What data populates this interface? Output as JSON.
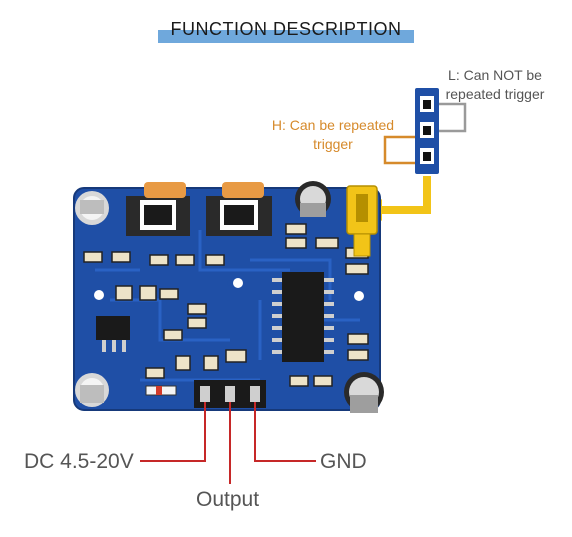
{
  "title": "FUNCTION DESCRIPTION",
  "jumper": {
    "l_line1": "L: Can NOT be",
    "l_line2": "repeated trigger",
    "h_line1": "H: Can be repeated",
    "h_line2": "trigger"
  },
  "pins": {
    "dc": "DC 4.5-20V",
    "output": "Output",
    "gnd": "GND"
  },
  "colors": {
    "pcb": "#1f4fa6",
    "title_bar": "#6fa8dc",
    "l_label": "#555555",
    "h_label": "#d68a2b",
    "jumper_yellow": "#f2c418",
    "pin_lines": "#c62828"
  }
}
